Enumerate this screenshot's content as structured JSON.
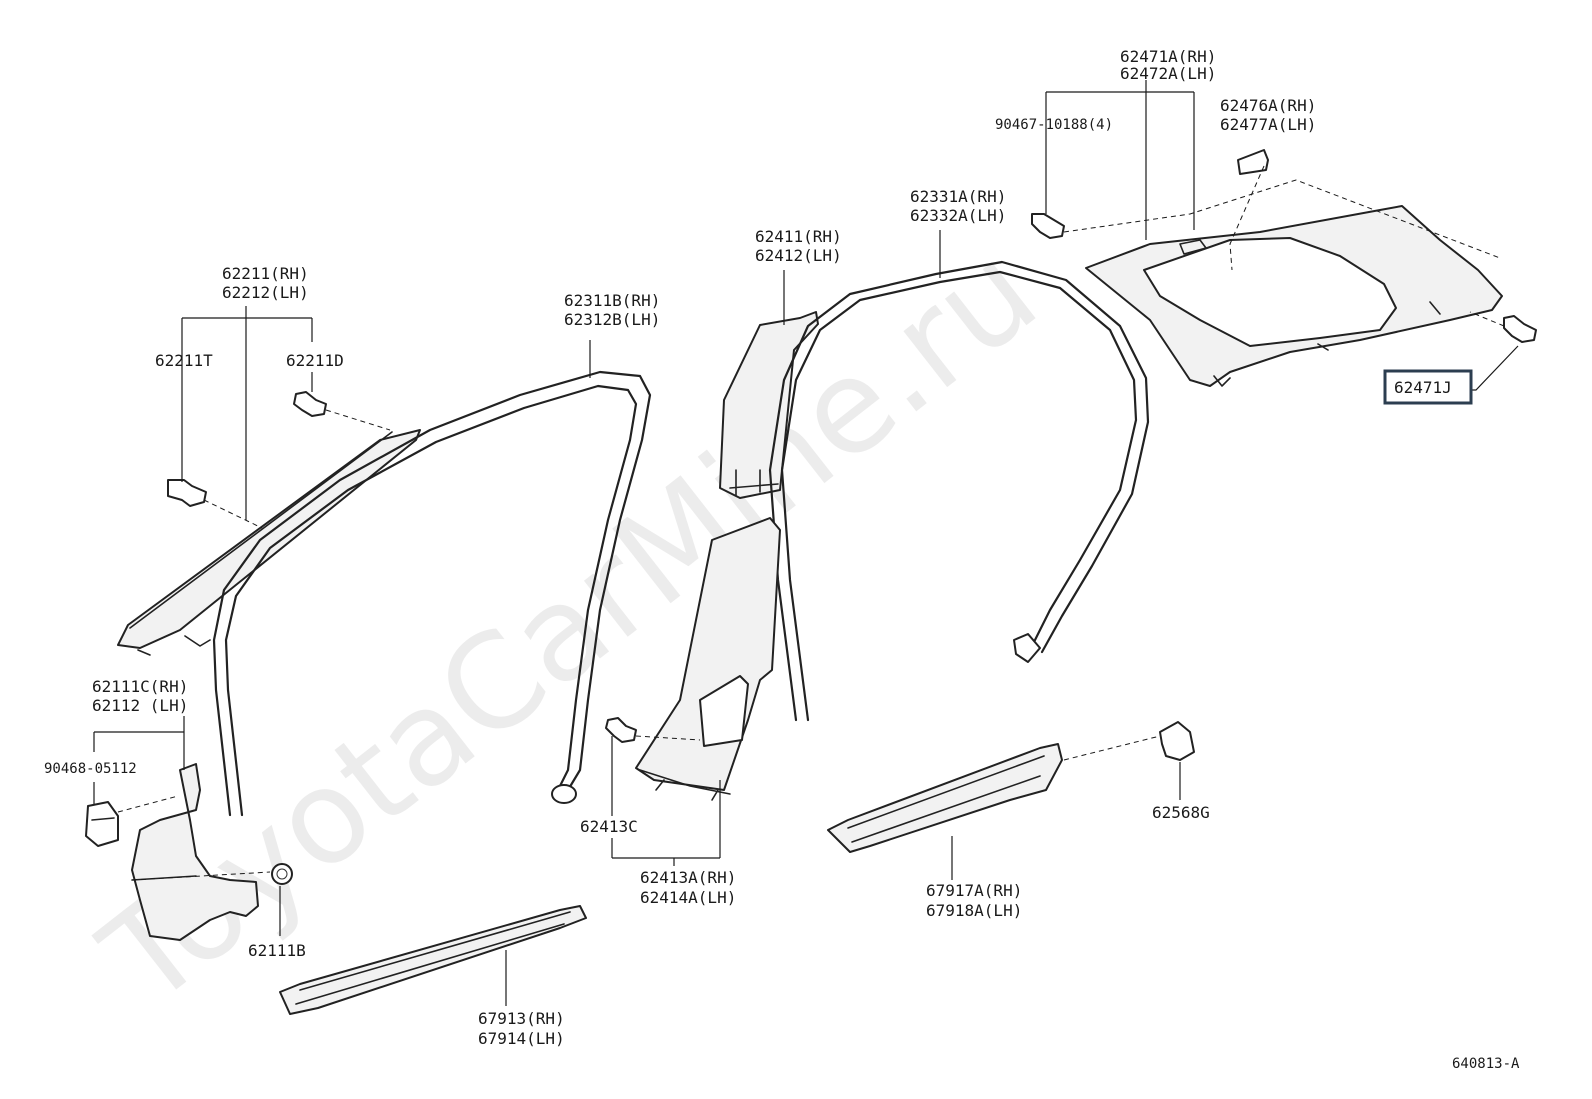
{
  "watermark": "ToyotaCarMine.ru",
  "diagram_code": "640813-A",
  "labels": {
    "l62471A": "62471A(RH)",
    "l62472A": "62472A(LH)",
    "l90467": "90467-10188(4)",
    "l62476A": "62476A(RH)",
    "l62477A": "62477A(LH)",
    "l62331A": "62331A(RH)",
    "l62332A": "62332A(LH)",
    "l62411": "62411(RH)",
    "l62412": "62412(LH)",
    "l62311B": "62311B(RH)",
    "l62312B": "62312B(LH)",
    "l62211": "62211(RH)",
    "l62212": "62212(LH)",
    "l62211T": "62211T",
    "l62211D": "62211D",
    "l62471J": "62471J",
    "l62111C": "62111C(RH)",
    "l62112": "62112  (LH)",
    "l90468": "90468-05112",
    "l62413C": "62413C",
    "l62413A": "62413A(RH)",
    "l62414A": "62414A(LH)",
    "l62568G": "62568G",
    "l67917A": "67917A(RH)",
    "l67918A": "67918A(LH)",
    "l62111B": "62111B",
    "l67913": "67913(RH)",
    "l67914": "67914(LH)"
  }
}
